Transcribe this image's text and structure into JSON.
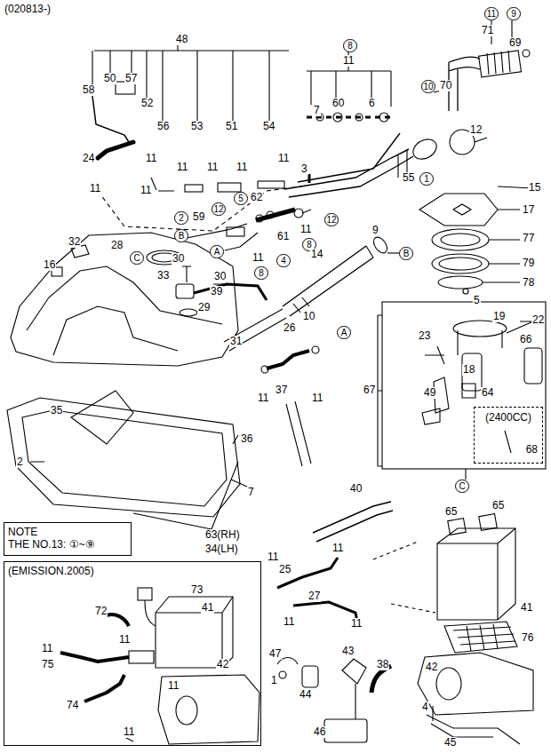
{
  "diagram": {
    "nodes": [
      {
        "text": [
          "NOTE",
          "THE NO.13: ①~⑨"
        ]
      },
      {
        "text": [
          "(EMISSION.2005)"
        ]
      },
      {
        "text": [
          "(2400CC)",
          "68"
        ]
      }
    ],
    "labels": [
      "(020813-)",
      "48",
      "58",
      "50",
      "57",
      "52",
      "56",
      "53",
      "51",
      "54",
      "24",
      "11",
      "11",
      "11",
      "11",
      "11",
      "11",
      "11",
      "8",
      "11",
      "7",
      "60",
      "6",
      "11",
      "9",
      "71",
      "69",
      "10",
      "70",
      "12",
      "3",
      "55",
      "1",
      "15",
      "17",
      "77",
      "79",
      "78",
      "5",
      "2",
      "59",
      "5",
      "62",
      "12",
      "12",
      "B",
      "A",
      "61",
      "11",
      "8",
      "4",
      "11",
      "8",
      "14",
      "9",
      "B",
      "32",
      "16",
      "28",
      "C",
      "30",
      "33",
      "30",
      "29",
      "39",
      "10",
      "22",
      "19",
      "66",
      "23",
      "18",
      "64",
      "67",
      "49",
      "31",
      "26",
      "A",
      "37",
      "11",
      "11",
      "35",
      "36",
      "2",
      "7",
      "63(RH)",
      "34(LH)",
      "C",
      "40",
      "65",
      "65",
      "11",
      "25",
      "11",
      "11",
      "27",
      "11",
      "41",
      "76",
      "42",
      "43",
      "47",
      "1",
      "44",
      "38",
      "4",
      "46",
      "45",
      "73",
      "41",
      "72",
      "11",
      "11",
      "75",
      "11",
      "74",
      "42",
      "11"
    ]
  }
}
